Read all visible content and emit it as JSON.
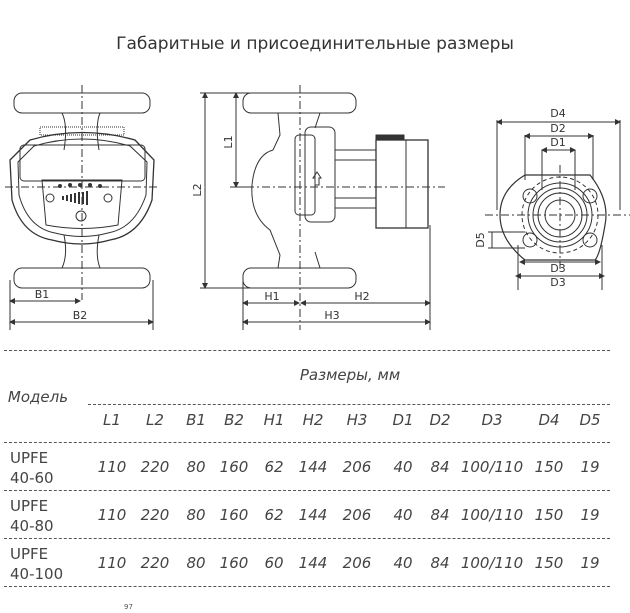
{
  "title": "Габаритные и присоединительные размеры",
  "drawing_labels": {
    "B1": "B1",
    "B2": "B2",
    "L1": "L1",
    "L2": "L2",
    "H1": "H1",
    "H2": "H2",
    "H3": "H3",
    "D1": "D1",
    "D2": "D2",
    "D3": "D3",
    "D4": "D4",
    "D5": "D5"
  },
  "table": {
    "group_header": "Размеры, мм",
    "model_header": "Модель",
    "columns": [
      "L1",
      "L2",
      "B1",
      "B2",
      "H1",
      "H2",
      "H3",
      "D1",
      "D2",
      "D3",
      "D4",
      "D5"
    ],
    "rows": [
      {
        "model_line1": "UPFE",
        "model_line2": "40-60",
        "values": [
          "110",
          "220",
          "80",
          "160",
          "62",
          "144",
          "206",
          "40",
          "84",
          "100/110",
          "150",
          "19"
        ]
      },
      {
        "model_line1": "UPFE",
        "model_line2": "40-80",
        "values": [
          "110",
          "220",
          "80",
          "160",
          "62",
          "144",
          "206",
          "40",
          "84",
          "100/110",
          "150",
          "19"
        ]
      },
      {
        "model_line1": "UPFE",
        "model_line2": "40-100",
        "values": [
          "110",
          "220",
          "80",
          "160",
          "60",
          "144",
          "206",
          "40",
          "84",
          "100/110",
          "150",
          "19"
        ]
      }
    ]
  },
  "page_number": "97"
}
